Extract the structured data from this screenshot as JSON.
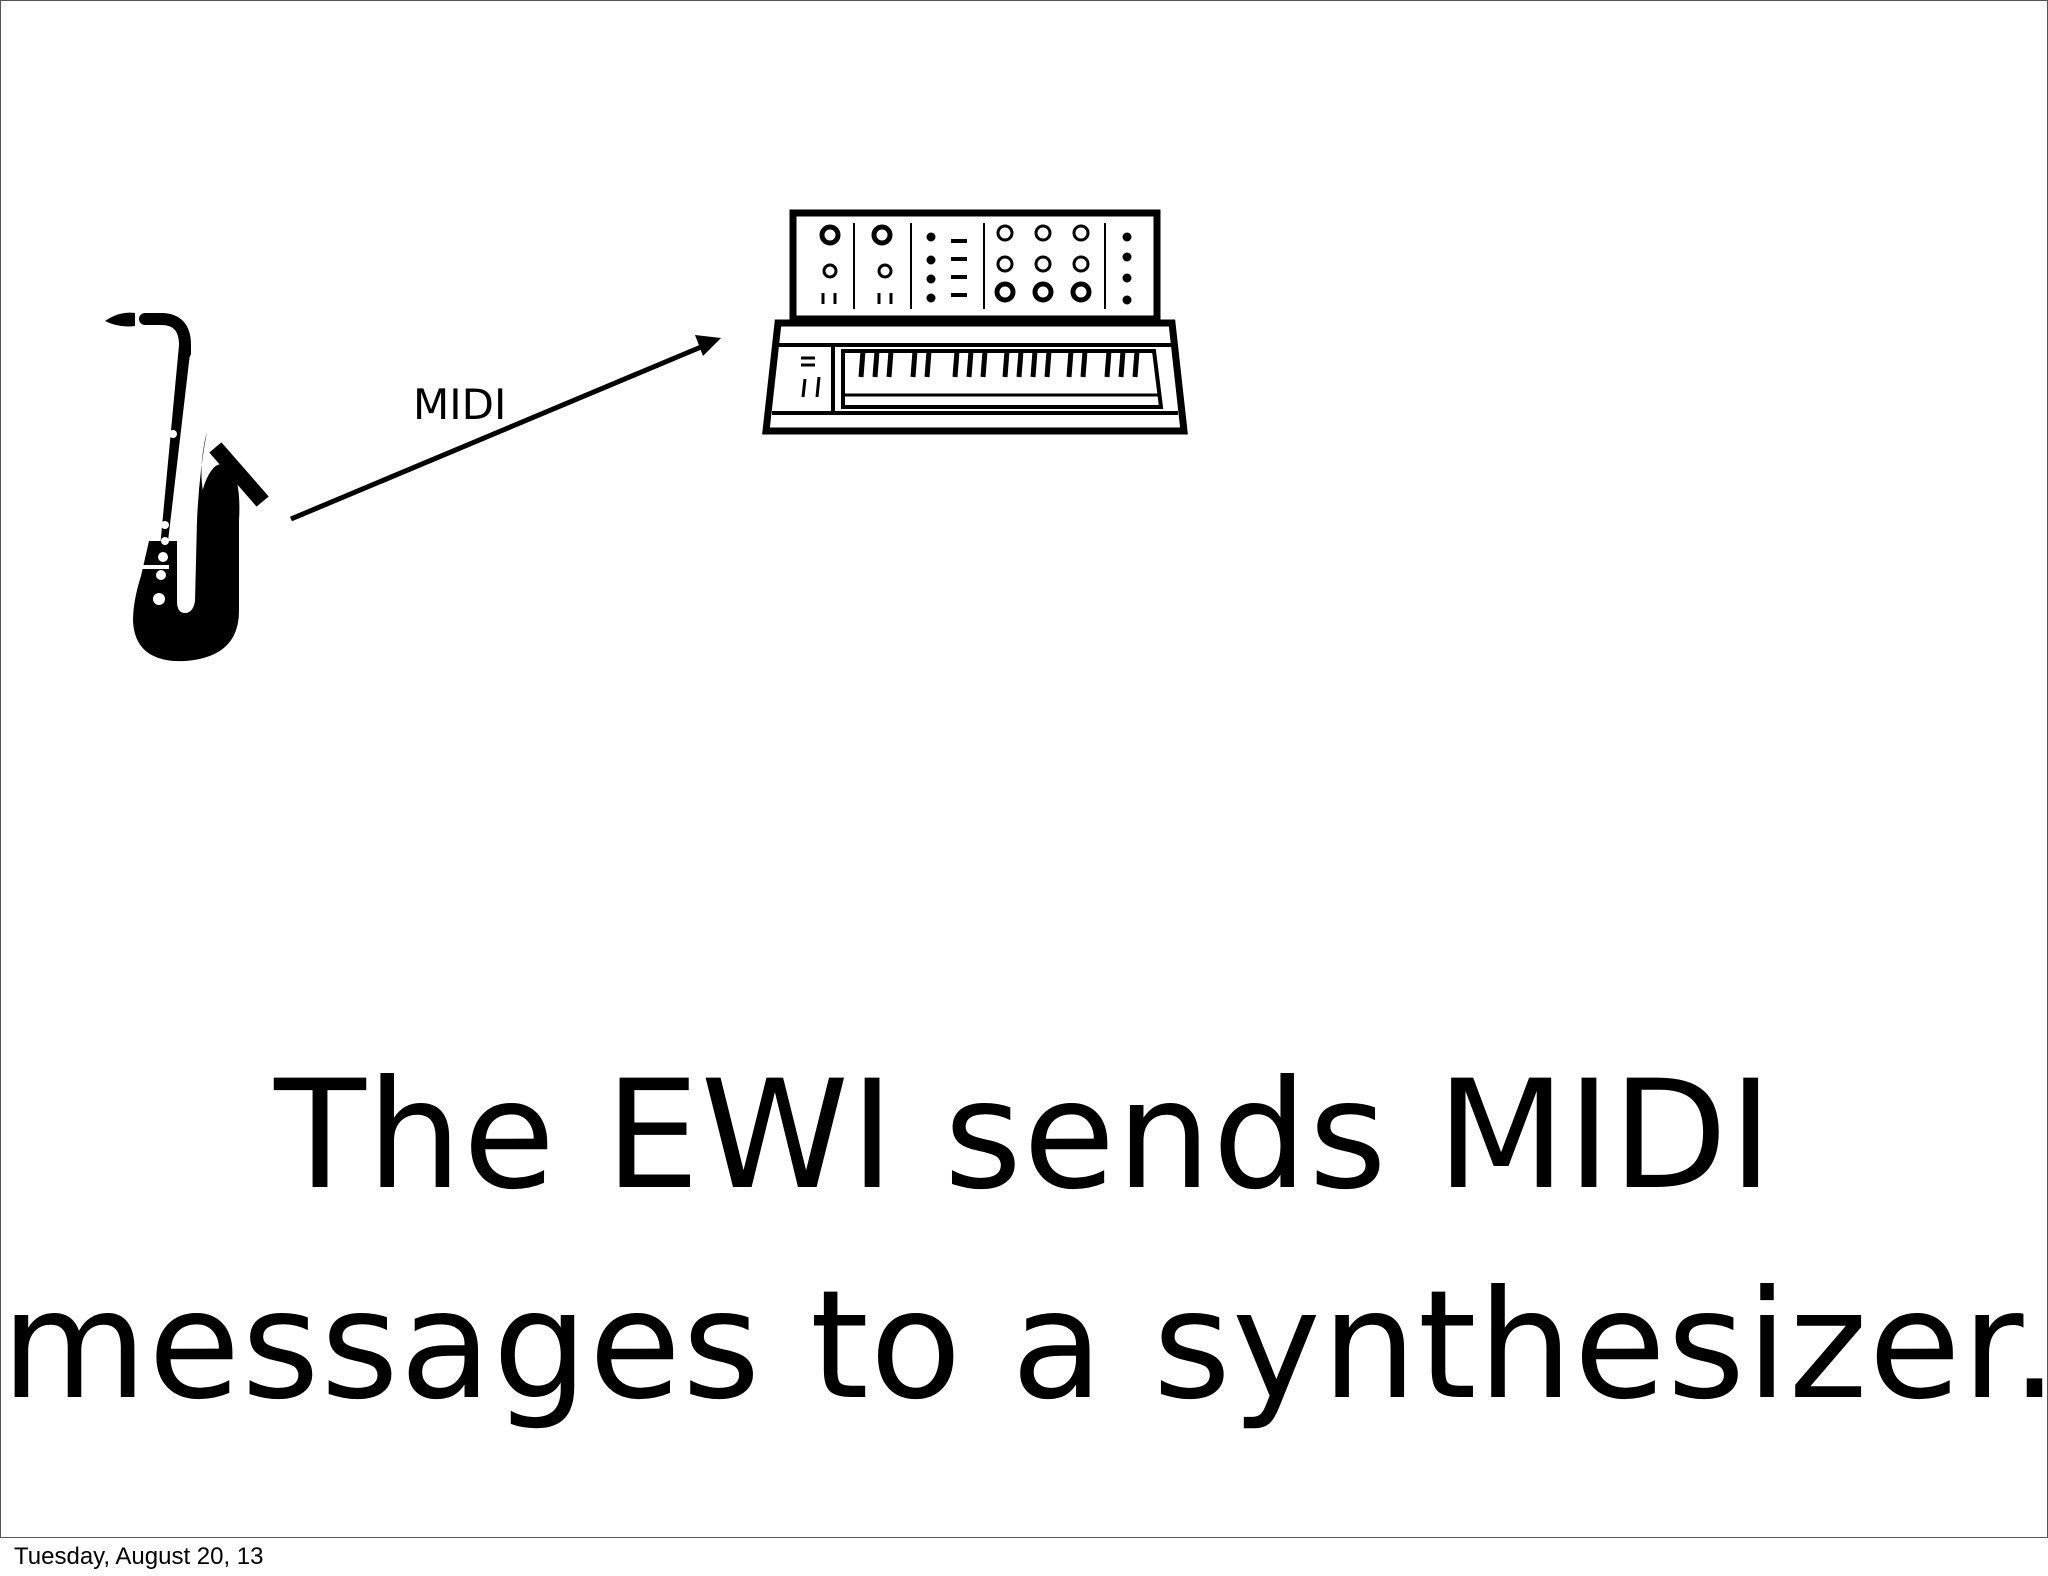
{
  "slide": {
    "arrow_label": "MIDI",
    "headline_line1": "The EWI sends MIDI",
    "headline_line2": "messages to a synthesizer.",
    "footer_date": "Tuesday, August 20, 13"
  },
  "icons": {
    "source": "saxophone-icon",
    "target": "synthesizer-icon",
    "connector": "arrow-icon"
  },
  "colors": {
    "ink": "#000000",
    "background": "#ffffff",
    "border": "#555555"
  }
}
